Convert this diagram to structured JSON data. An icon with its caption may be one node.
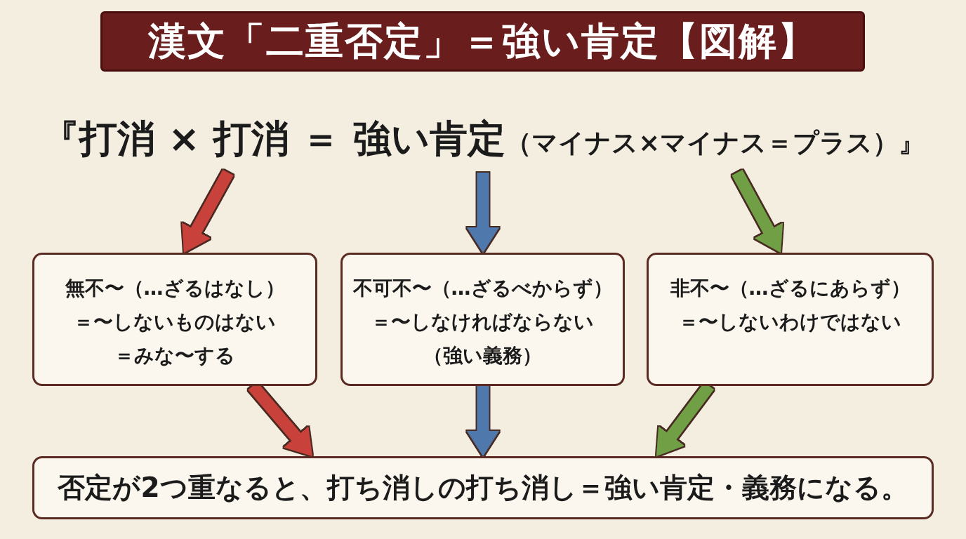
{
  "diagram": {
    "title": "漢文「二重否定」＝強い肯定【図解】",
    "nodes": [
      {
        "text": [
          "『打消 × 打消 ＝ 強い肯定",
          "（マイナス×マイナス＝プラス）』"
        ]
      },
      {
        "text": [
          "無不〜（…ざるはなし）",
          "＝〜しないものはない",
          "＝みな〜する"
        ]
      },
      {
        "text": [
          "不可不〜（…ざるべからず）",
          "＝〜しなければならない",
          "（強い義務）"
        ]
      },
      {
        "text": [
          "非不〜（…ざるにあらず）",
          "＝〜しないわけではない"
        ]
      },
      {
        "text": [
          "否定が2つ重なると、打ち消しの打ち消し＝強い肯定・義務になる。"
        ]
      }
    ],
    "edges": [
      {
        "from": 0,
        "to": 1,
        "arrow": "to",
        "color": "#c8423a"
      },
      {
        "from": 0,
        "to": 2,
        "arrow": "to",
        "color": "#4f78ad"
      },
      {
        "from": 0,
        "to": 3,
        "arrow": "to",
        "color": "#6f9f45"
      },
      {
        "from": 1,
        "to": 4,
        "arrow": "to",
        "color": "#c8423a"
      },
      {
        "from": 2,
        "to": 4,
        "arrow": "to",
        "color": "#4f78ad"
      },
      {
        "from": 3,
        "to": 4,
        "arrow": "to",
        "color": "#6f9f45"
      }
    ]
  }
}
